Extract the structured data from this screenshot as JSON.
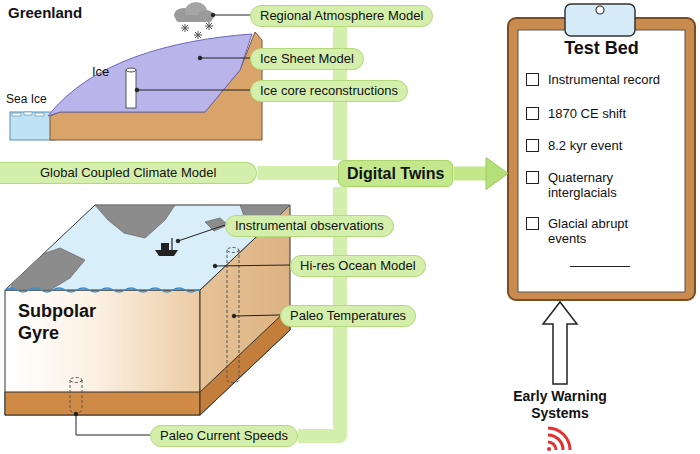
{
  "diagram": {
    "nodes": [
      {
        "text": [
          "Regional Atmosphere Model"
        ]
      },
      {
        "text": [
          "Ice Sheet Model"
        ]
      },
      {
        "text": [
          "Ice core reconstructions"
        ]
      },
      {
        "text": [
          "Global Coupled Climate Model"
        ]
      },
      {
        "text": [
          "Instrumental observations"
        ]
      },
      {
        "text": [
          "Hi-res Ocean Model"
        ]
      },
      {
        "text": [
          "Paleo Temperatures"
        ]
      },
      {
        "text": [
          "Paleo Current Speeds"
        ]
      },
      {
        "text": [
          "Digital Twins"
        ]
      },
      {
        "text": [
          "Test Bed",
          "Instrumental record",
          "1870 CE shift",
          "8.2 kyr event",
          "Quaternary interglacials",
          "Glacial abrupt events"
        ]
      }
    ],
    "edges": [
      {
        "from": 0,
        "to": 8,
        "arrow": "none"
      },
      {
        "from": 1,
        "to": 8,
        "arrow": "none"
      },
      {
        "from": 2,
        "to": 8,
        "arrow": "none"
      },
      {
        "from": 3,
        "to": 8,
        "arrow": "none"
      },
      {
        "from": 4,
        "to": 8,
        "arrow": "none"
      },
      {
        "from": 5,
        "to": 8,
        "arrow": "none"
      },
      {
        "from": 6,
        "to": 8,
        "arrow": "none"
      },
      {
        "from": 7,
        "to": 8,
        "arrow": "none"
      },
      {
        "from": 8,
        "to": 9,
        "arrow": "to"
      }
    ],
    "labels": [
      "Greenland",
      "Sea Ice",
      "Ice",
      "Subpolar Gyre",
      "Early Warning Systems"
    ]
  }
}
